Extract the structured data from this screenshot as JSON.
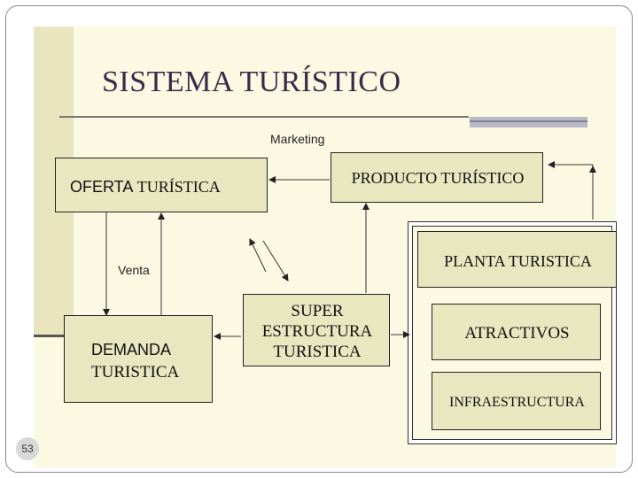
{
  "slide": {
    "title": "SISTEMA TURÍSTICO",
    "page_number": "53"
  },
  "diagram": {
    "labels": {
      "marketing": "Marketing",
      "venta": "Venta"
    },
    "boxes": {
      "oferta": {
        "part1": "OFERTA",
        "part2": "TURÍSTICA"
      },
      "producto": "PRODUCTO TURÍSTICO",
      "planta": "PLANTA TURISTICA",
      "demanda": {
        "line1": "DEMANDA",
        "line2": "TURISTICA"
      },
      "superestructura": {
        "line1": "SUPER",
        "line2": "ESTRUCTURA",
        "line3": "TURISTICA"
      },
      "atractivos": "ATRACTIVOS",
      "infraestructura": "INFRAESTRUCTURA"
    }
  }
}
